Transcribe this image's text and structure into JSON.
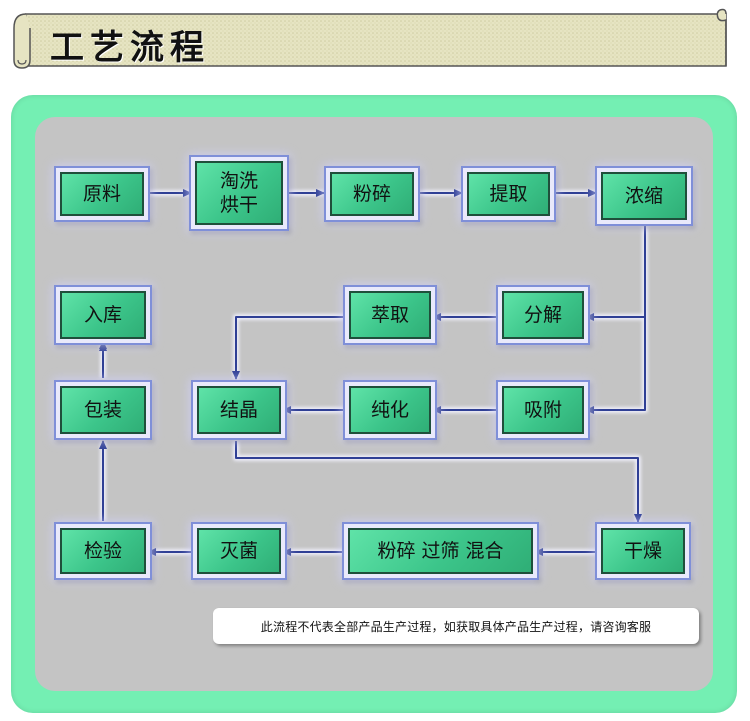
{
  "header": {
    "title": "工艺流程"
  },
  "colors": {
    "frame": "#74efb3",
    "panel": "#c4c4c4",
    "box_fill": "#3cc58a",
    "connector": "#2f3f95",
    "banner": "#e8e6c4"
  },
  "flow": {
    "steps": [
      "原料",
      "淘洗\n烘干",
      "粉碎",
      "提取",
      "浓缩",
      "分解",
      "萃取",
      "吸附",
      "纯化",
      "结晶",
      "干燥",
      "粉碎  过筛  混合",
      "灭菌",
      "检验",
      "包装",
      "入库"
    ]
  },
  "note": "此流程不代表全部产品生产过程，如获取具体产品生产过程，请咨询客服"
}
